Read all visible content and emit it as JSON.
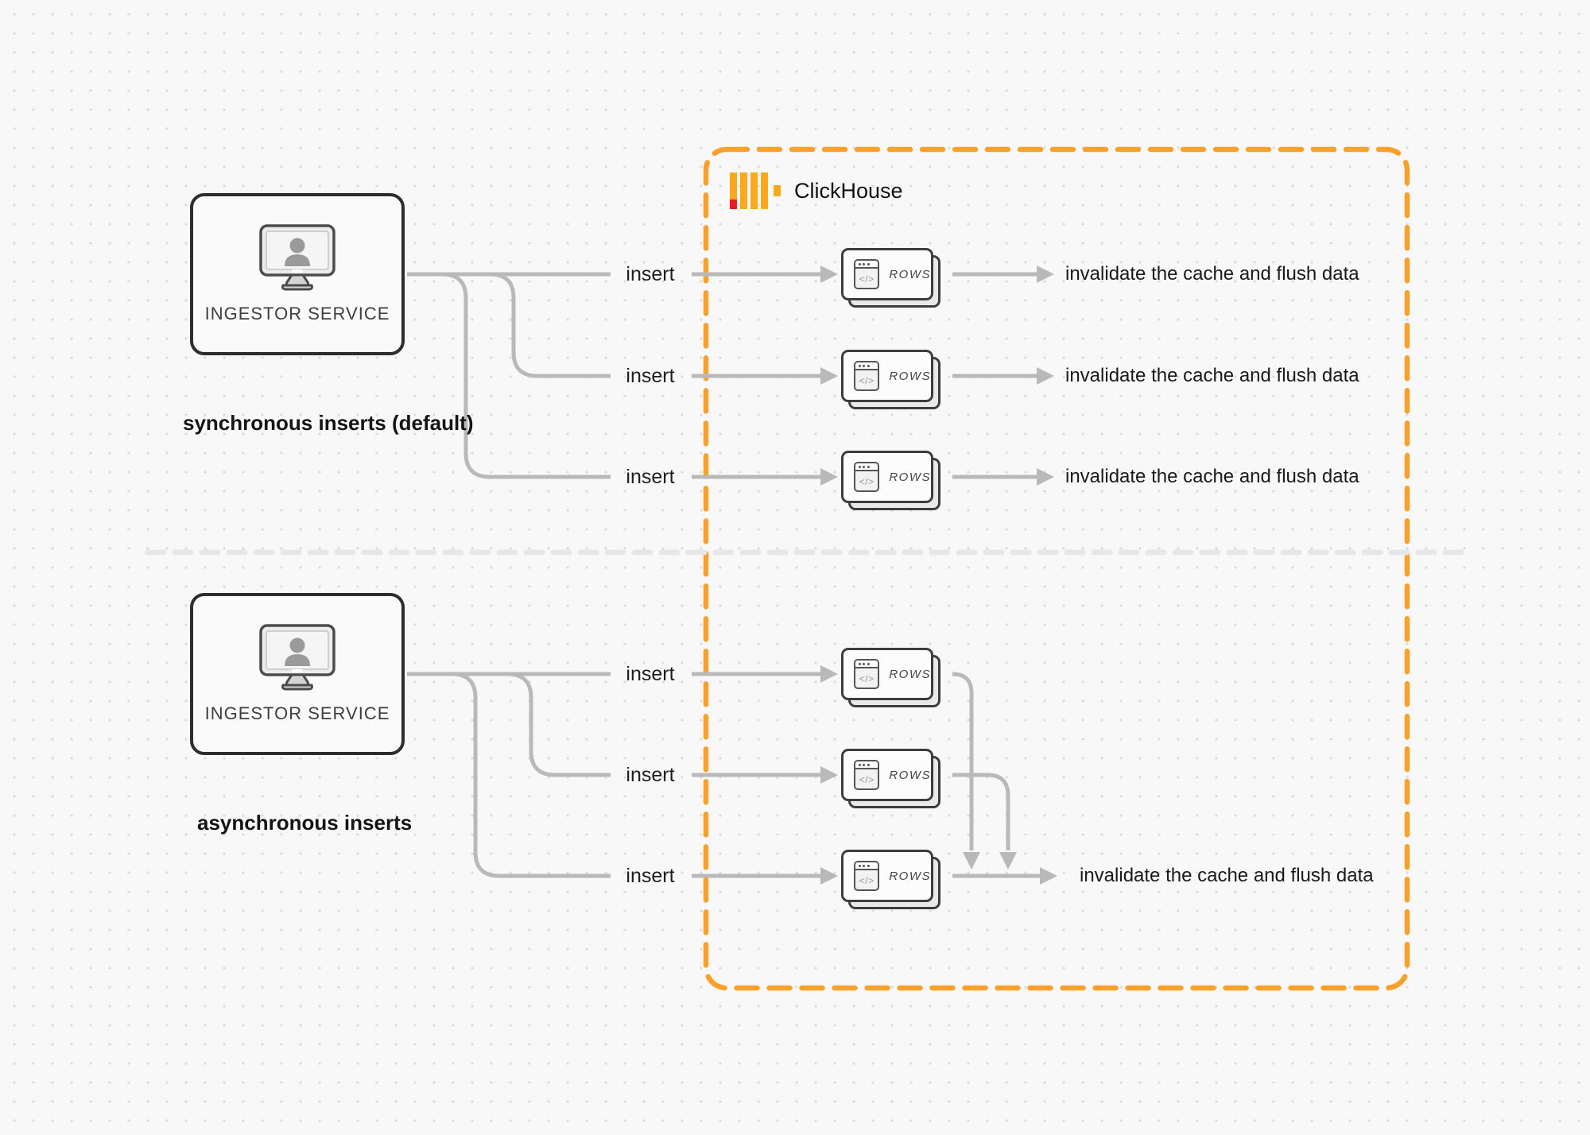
{
  "clickhouse": {
    "name": "ClickHouse"
  },
  "icons": {
    "logo": "clickhouse-logo",
    "service": "monitor-user-icon",
    "table": "browser-window-code-icon",
    "code_glyph": "</>"
  },
  "colors": {
    "boundary_orange": "#F9A12B",
    "logo_yellow": "#FBA91C",
    "logo_red": "#EC1C24",
    "connector_gray": "#b9b9b9",
    "divider_gray": "#e7e7e7"
  },
  "sync": {
    "section_label": "synchronous inserts (default)",
    "service_label": "INGESTOR SERVICE",
    "rows": [
      {
        "insert": "insert",
        "card": "ROWS",
        "result": "invalidate the cache and flush data"
      },
      {
        "insert": "insert",
        "card": "ROWS",
        "result": "invalidate the cache and flush data"
      },
      {
        "insert": "insert",
        "card": "ROWS",
        "result": "invalidate the cache and flush data"
      }
    ]
  },
  "async": {
    "section_label": "asynchronous inserts",
    "service_label": "INGESTOR SERVICE",
    "rows": [
      {
        "insert": "insert",
        "card": "ROWS"
      },
      {
        "insert": "insert",
        "card": "ROWS"
      },
      {
        "insert": "insert",
        "card": "ROWS"
      }
    ],
    "result": "invalidate the cache and flush data"
  }
}
